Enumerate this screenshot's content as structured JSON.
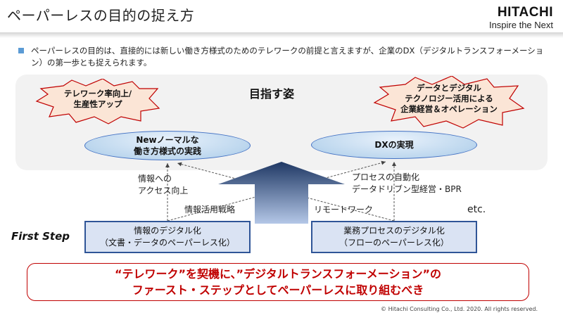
{
  "header": {
    "title": "ペーパーレスの目的の捉え方",
    "logo_brand": "HITACHI",
    "logo_tagline": "Inspire the Next"
  },
  "intro": {
    "text": "ペーパーレスの目的は、直接的には新しい働き方様式のためのテレワークの前提と言えますが、企業のDX（デジタルトランスフォーメーション）の第一歩とも捉えられます。"
  },
  "goal": {
    "label": "目指す姿",
    "left_burst": [
      "テレワーク率向上/",
      "生産性アップ"
    ],
    "right_burst": [
      "データとデジタル",
      "テクノロジー活用による",
      "企業経営＆オペレーション"
    ],
    "left_oval": [
      "Newノーマルな",
      "働き方様式の実践"
    ],
    "right_oval": [
      "DXの実現"
    ]
  },
  "labels": {
    "info_access": [
      "情報への",
      "アクセス向上"
    ],
    "info_strategy": "情報活用戦略",
    "process_auto": [
      "プロセスの自動化",
      "データドリブン型経営・BPR"
    ],
    "remote_work": "リモートワーク",
    "etc": "etc."
  },
  "first_step": {
    "label": "First Step",
    "left_box": [
      "情報のデジタル化",
      "（文書・データのペーパーレス化）"
    ],
    "right_box": [
      "業務プロセスのデジタル化",
      "（フローのペーパーレス化）"
    ]
  },
  "conclusion": {
    "line1": "“テレワーク”を契機に、”デジタルトランスフォーメーション”の",
    "line2": "ファースト・ステップとしてペーパーレスに取り組むべき"
  },
  "footer": {
    "copyright": "© Hitachi Consulting Co., Ltd. 2020. All rights reserved."
  },
  "colors": {
    "accent_blue": "#2f5597",
    "oval_fill": "#bdd7ee",
    "step_fill": "#dae3f3",
    "arrow_dark": "#1f3864",
    "arrow_light": "#8faadc",
    "conclusion_red": "#c00000",
    "burst_fill": "#fbe5d6",
    "burst_stroke": "#c00000"
  }
}
